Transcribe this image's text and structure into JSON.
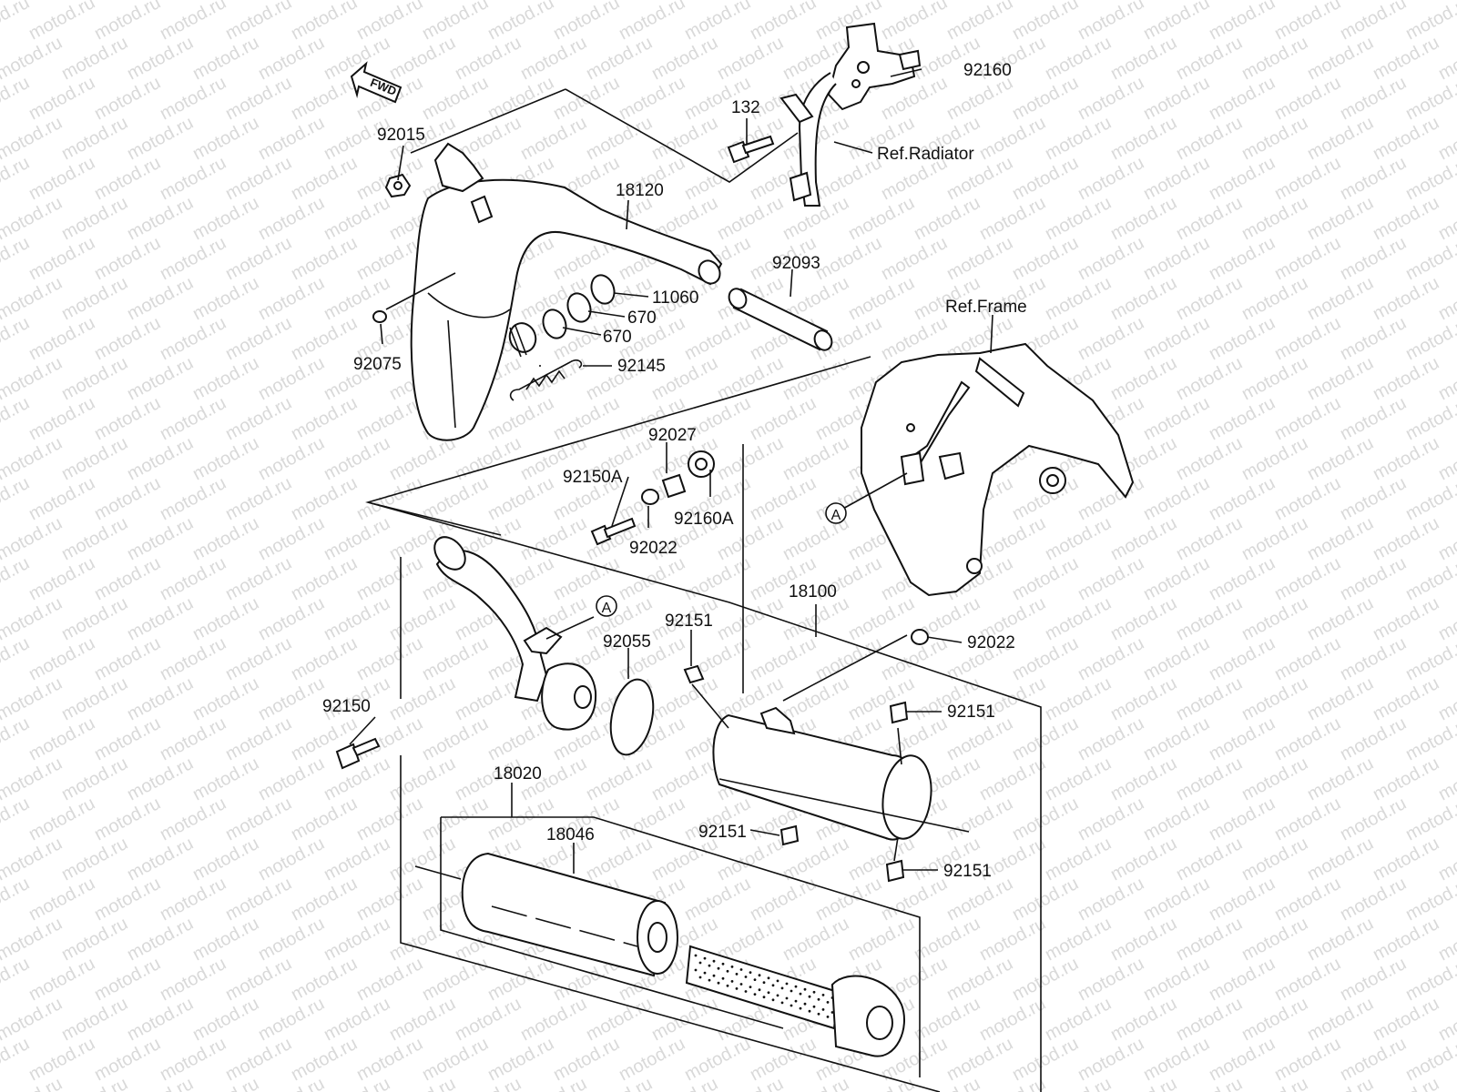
{
  "watermark": "motod.ru",
  "fwd_label": "FWD",
  "callout_marker": "A",
  "refs": {
    "radiator": "Ref.Radiator",
    "frame": "Ref.Frame"
  },
  "parts": {
    "p92160": "92160",
    "p132": "132",
    "p92015": "92015",
    "p18120": "18120",
    "p92093": "92093",
    "p11060": "11060",
    "p670_a": "670",
    "p670_b": "670",
    "p92075": "92075",
    "p92145": "92145",
    "p92027": "92027",
    "p92150A": "92150A",
    "p92160A": "92160A",
    "p92022_a": "92022",
    "p18100": "18100",
    "p92151_a": "92151",
    "p92055": "92055",
    "p92022_b": "92022",
    "p92150": "92150",
    "p92151_b": "92151",
    "p92151_c": "92151",
    "p92151_d": "92151",
    "p18020": "18020",
    "p18046": "18046"
  }
}
